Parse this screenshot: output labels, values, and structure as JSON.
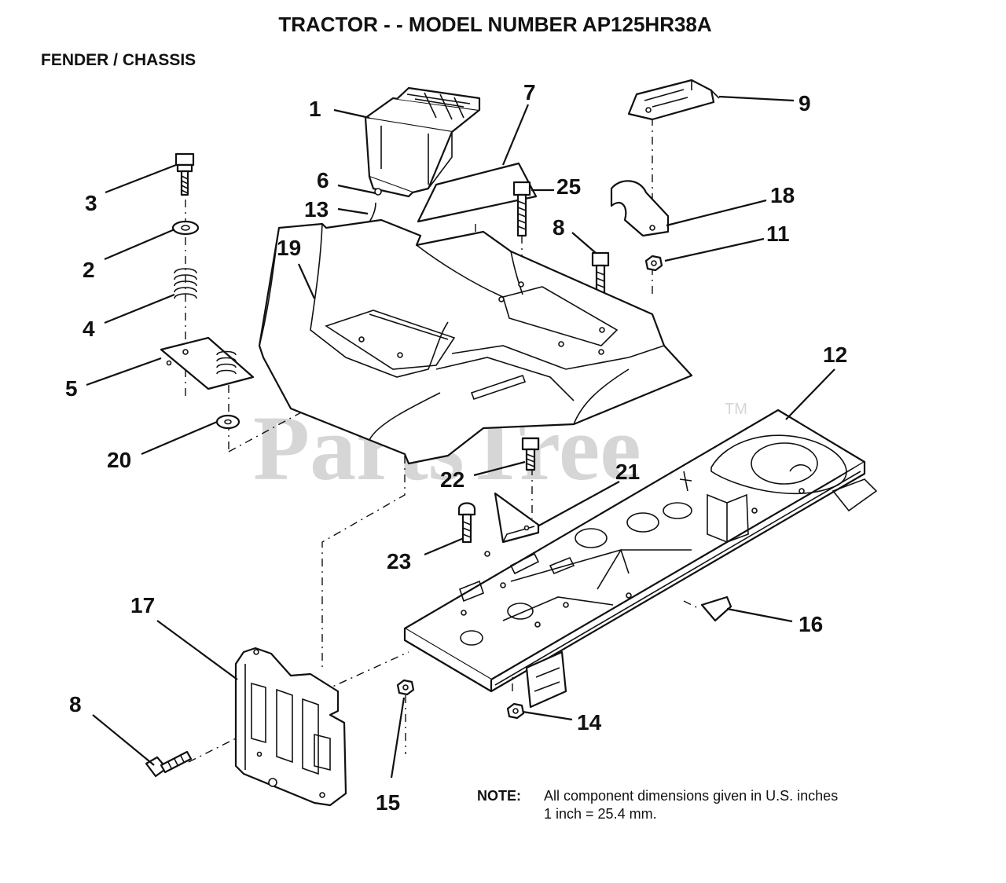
{
  "title": "TRACTOR - - MODEL NUMBER AP125HR38A",
  "section": "FENDER / CHASSIS",
  "watermark": {
    "text": "PartsTree",
    "trademark": "TM"
  },
  "note": {
    "label": "NOTE:",
    "line1": "All component dimensions given in U.S. inches",
    "line2": "1 inch = 25.4 mm."
  },
  "callouts": {
    "c1": "1",
    "c7": "7",
    "c9": "9",
    "c3": "3",
    "c6": "6",
    "c25": "25",
    "c18": "18",
    "c13": "13",
    "c8a": "8",
    "c11": "11",
    "c2": "2",
    "c19": "19",
    "c4": "4",
    "c5": "5",
    "c12": "12",
    "c20": "20",
    "c22": "22",
    "c21": "21",
    "c23": "23",
    "c17": "17",
    "c16": "16",
    "c8b": "8",
    "c14": "14",
    "c15": "15"
  },
  "colors": {
    "ink": "#111111",
    "paper": "#ffffff",
    "watermark": "#d6d6d6"
  }
}
